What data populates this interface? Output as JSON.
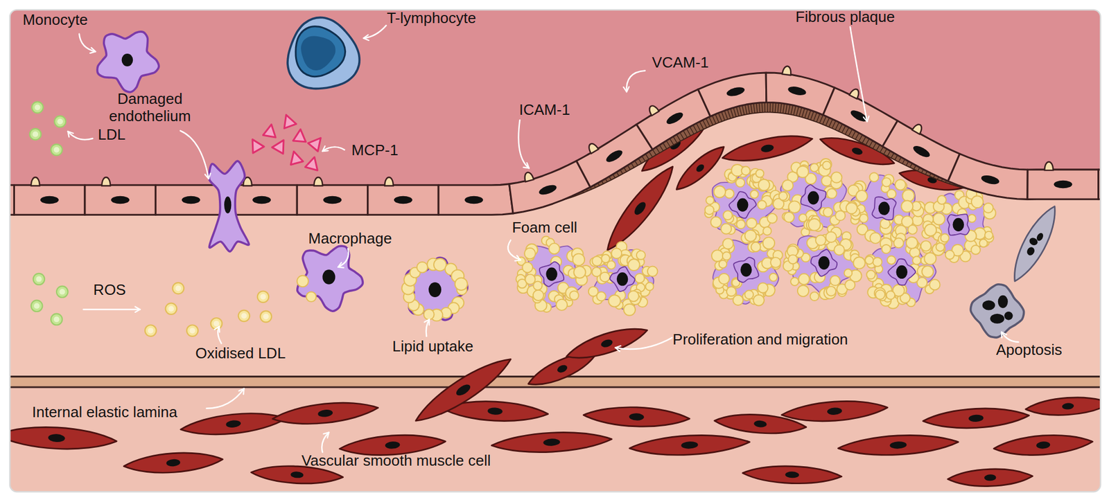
{
  "diagram": {
    "labels": [
      "Monocyte",
      "T-lymphocyte",
      "Fibrous plaque",
      "VCAM-1",
      "Damaged endothelium",
      "LDL",
      "MCP-1",
      "ICAM-1",
      "Macrophage",
      "Foam cell",
      "ROS",
      "Lipid uptake",
      "Proliferation and migration",
      "Oxidised LDL",
      "Apoptosis",
      "Internal elastic lamina",
      "Vascular smooth muscle cell"
    ]
  }
}
